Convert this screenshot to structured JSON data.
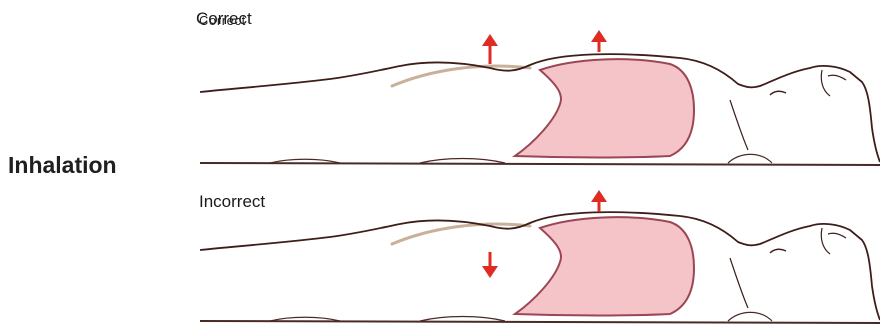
{
  "title": "Inhalation",
  "panels": [
    {
      "label": "Correct",
      "label_overlay": "Correct",
      "chest_motion": "up",
      "abdomen_motion": "up"
    },
    {
      "label": "Incorrect",
      "chest_motion": "up",
      "abdomen_motion": "down"
    }
  ],
  "colors": {
    "outline": "#3d1e1a",
    "body_edge": "#c9b09a",
    "lung_fill": "#f4c4c8",
    "lung_edge": "#9c4655",
    "arrow": "#e02b25",
    "floor": "#4a2a24"
  }
}
